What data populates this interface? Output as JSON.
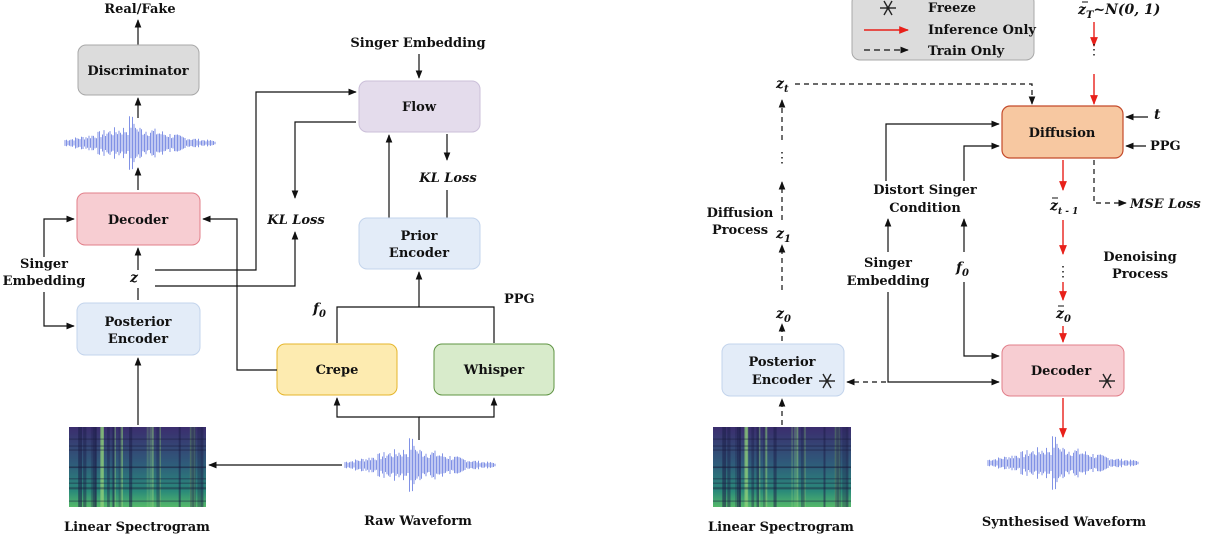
{
  "left": {
    "real_fake": "Real/Fake",
    "discriminator": "Discriminator",
    "decoder": "Decoder",
    "singer_embedding_top": "Singer Embedding",
    "flow": "Flow",
    "kl_loss_a": "KL Loss",
    "kl_loss_b": "KL Loss",
    "prior_encoder_1": "Prior",
    "prior_encoder_2": "Encoder",
    "singer_side_1": "Singer",
    "singer_side_2": "Embedding",
    "z": "z",
    "posterior_1": "Posterior",
    "posterior_2": "Encoder",
    "f0": "f",
    "f0_sub": "0",
    "ppg": "PPG",
    "crepe": "Crepe",
    "whisper": "Whisper",
    "linear_spectrogram": "Linear Spectrogram",
    "raw_waveform": "Raw Waveform"
  },
  "legend": {
    "freeze": "Freeze",
    "inference_only": "Inference Only",
    "train_only": "Train Only",
    "inference_color": "#e8201a"
  },
  "right": {
    "zT": "z",
    "zT_sub": "T",
    "zT_rest": "~N(0, 1)",
    "zt": "z",
    "zt_sub": "t",
    "z1": "z",
    "z1_sub": "1",
    "z0": "z",
    "z0_sub": "0",
    "diffusion_process_1": "Diffusion",
    "diffusion_process_2": "Process",
    "diffusion": "Diffusion",
    "t": "t",
    "ppg": "PPG",
    "distort_1": "Distort Singer",
    "distort_2": "Condition",
    "mse_loss": "MSE Loss",
    "zt1": "z",
    "zt1_sub": "t - 1",
    "denoising_1": "Denoising",
    "denoising_2": "Process",
    "singer_1": "Singer",
    "singer_2": "Embedding",
    "f0": "f",
    "f0_sub": "0",
    "zt0": "z",
    "zt0_sub": "0",
    "posterior_1": "Posterior",
    "posterior_2": "Encoder",
    "decoder": "Decoder",
    "linear_spectrogram": "Linear Spectrogram",
    "synth_waveform": "Synthesised Waveform"
  },
  "colors": {
    "gray_box": "#dcdcdc",
    "pink_box": "#f7cdd2",
    "pink_border": "#e27f8a",
    "blue_box": "#e3ecf8",
    "blue_border": "#c3d4ec",
    "purple_box": "#e4dcec",
    "purple_border": "#cbbfd9",
    "yellow_box": "#fdebb0",
    "yellow_border": "#e5b52b",
    "green_box": "#d8ebcb",
    "green_border": "#5f9443",
    "orange_box": "#f7c8a1",
    "orange_border": "#c44a2a",
    "wave_color": "#6b7fe0",
    "spec_base": "#3a2a6a"
  }
}
